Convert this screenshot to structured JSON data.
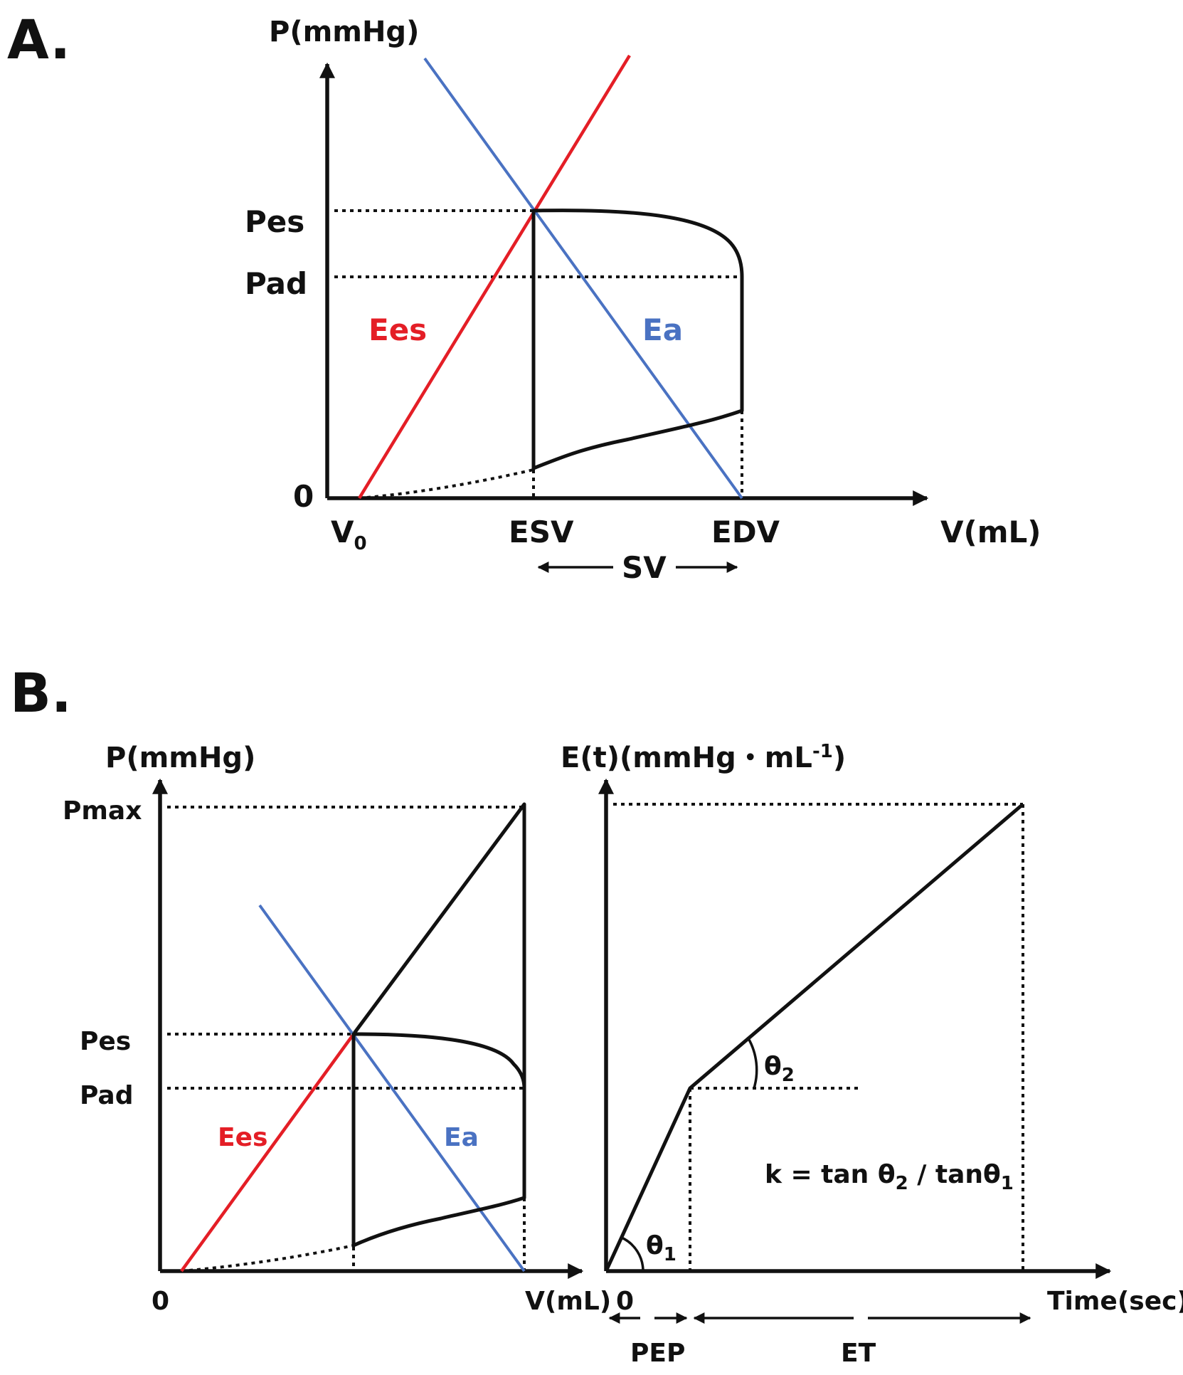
{
  "colors": {
    "ees": "#e41e26",
    "ea": "#4a72c2",
    "ink": "#111111"
  },
  "panel_a": {
    "label": "A.",
    "y_axis_title": "P(mmHg)",
    "x_axis_title": "V(mL)",
    "origin_label": "0",
    "pes_label": "Pes",
    "pad_label": "Pad",
    "v0_label": "V",
    "v0_subscript": "0",
    "esv_label": "ESV",
    "edv_label": "EDV",
    "sv_label": "SV",
    "ees_label": "Ees",
    "ea_label": "Ea"
  },
  "panel_b": {
    "label": "B.",
    "pv": {
      "y_axis_title": "P(mmHg)",
      "x_axis_title": "V(mL)",
      "origin_label": "0",
      "pmax_label": "Pmax",
      "pes_label": "Pes",
      "pad_label": "Pad",
      "ees_label": "Ees",
      "ea_label": "Ea"
    },
    "elastance": {
      "y_axis_title": "E(t)(mmHg・mL",
      "y_axis_superscript": "-1",
      "y_axis_close": ")",
      "x_axis_title": "Time(sec)",
      "origin_label": "0",
      "theta1_label": "θ",
      "theta1_subscript": "1",
      "theta2_label": "θ",
      "theta2_subscript": "2",
      "formula_k": "k = tan θ",
      "formula_sub1": "2",
      "formula_mid": " / tanθ",
      "formula_sub2": "1",
      "pep_label": "PEP",
      "et_label": "ET"
    }
  }
}
